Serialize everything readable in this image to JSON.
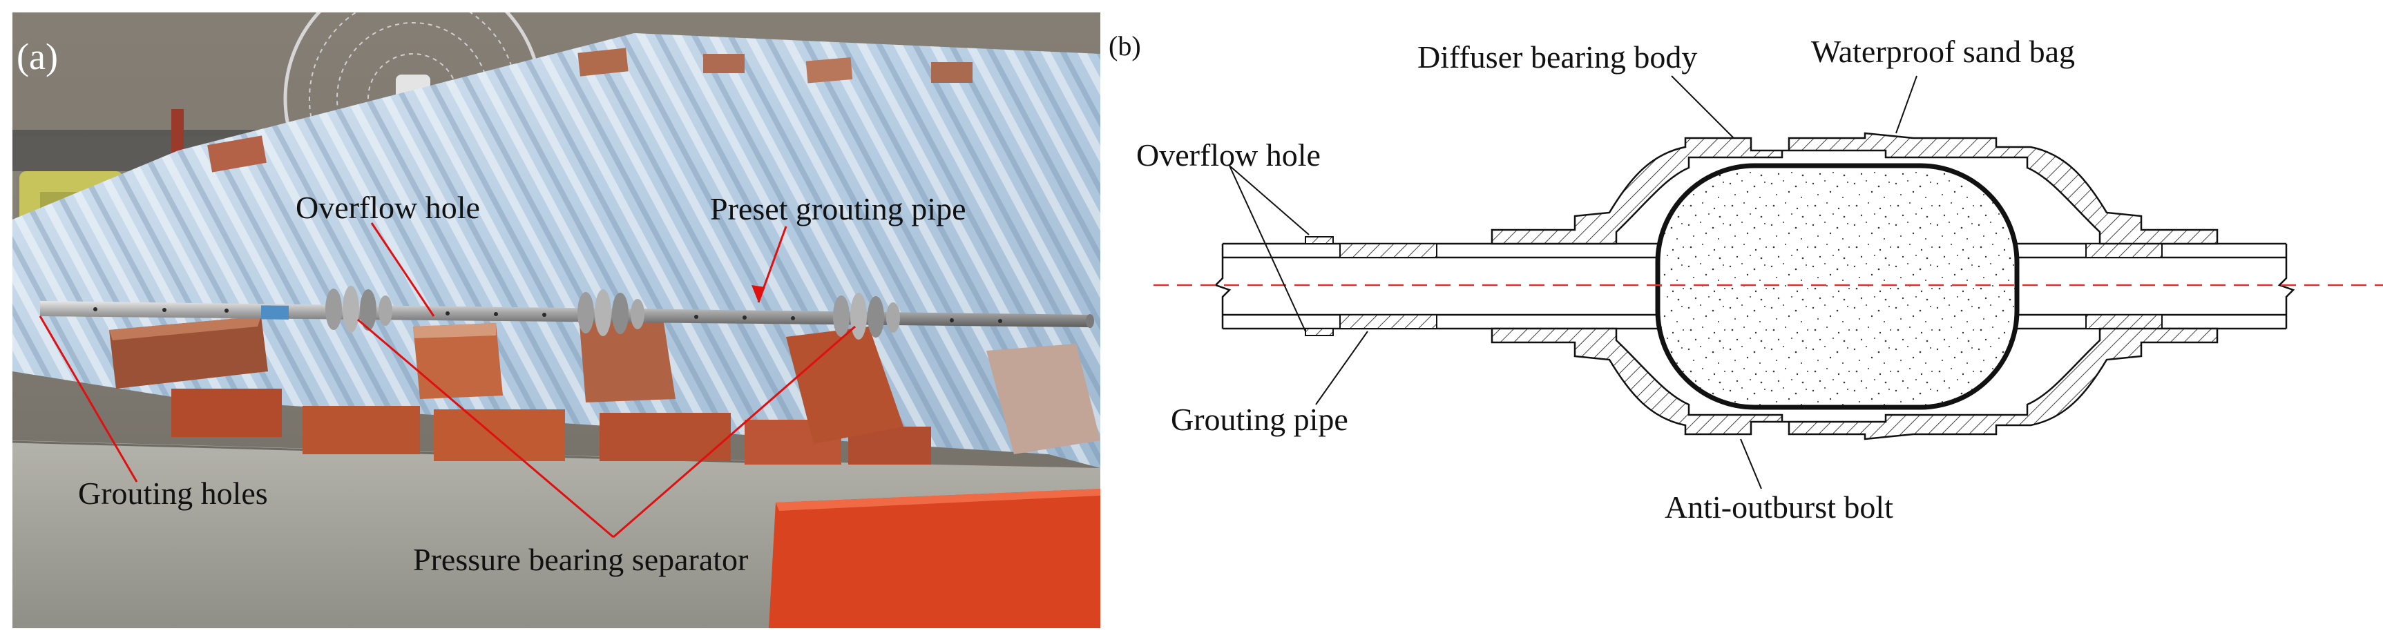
{
  "panel_a": {
    "label": "(a)",
    "labels": {
      "overflow_hole": "Overflow hole",
      "preset_grouting_pipe": "Preset grouting pipe",
      "grouting_holes": "Grouting holes",
      "pressure_bearing_separator": "Pressure bearing separator"
    }
  },
  "panel_b": {
    "label": "(b)",
    "labels": {
      "diffuser_bearing_body": "Diffuser bearing body",
      "waterproof_sand_bag": "Waterproof sand bag",
      "overflow_hole": "Overflow hole",
      "grouting_pipe": "Grouting pipe",
      "anti_outburst_bolt": "Anti-outburst bolt"
    }
  },
  "colors": {
    "annotation_line": "#e01010",
    "centerline": "#e03030",
    "drawing": "#111111",
    "metal_sheet": "#b9d0e4",
    "brick": "#b0502e",
    "concrete": "#a8a8a0",
    "red_board": "#d9431f"
  }
}
